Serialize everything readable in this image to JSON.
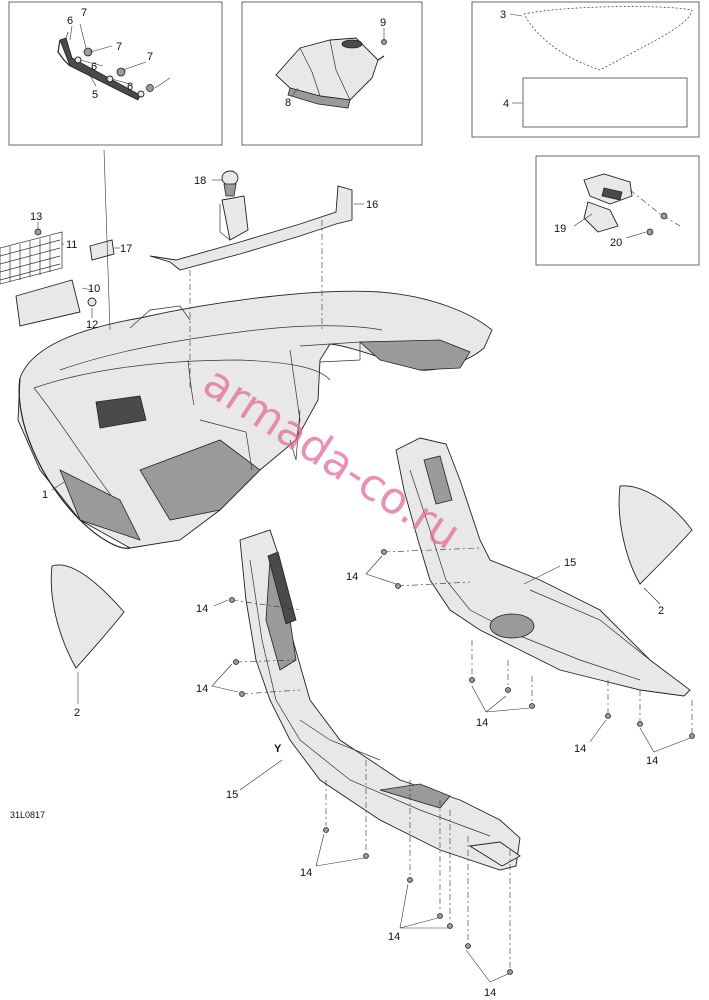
{
  "figure_code": "31L0817",
  "watermark": "armada-co.ru",
  "callouts": {
    "c1": "1",
    "c2a": "2",
    "c2b": "2",
    "c3": "3",
    "c4": "4",
    "c5": "5",
    "c6a": "6",
    "c6b": "6",
    "c6c": "6",
    "c7a": "7",
    "c7b": "7",
    "c7c": "7",
    "c8": "8",
    "c9": "9",
    "c10": "10",
    "c11": "11",
    "c12": "12",
    "c13": "13",
    "c15a": "15",
    "c15b": "15",
    "c16": "16",
    "c17": "17",
    "c18": "18",
    "c19": "19",
    "c20": "20",
    "c14a": "14",
    "c14b": "14",
    "c14c": "14",
    "c14d": "14",
    "c14e": "14",
    "c14f": "14",
    "c14g": "14",
    "c14h": "14",
    "c14i": "14"
  },
  "orientation_mark": "Y"
}
